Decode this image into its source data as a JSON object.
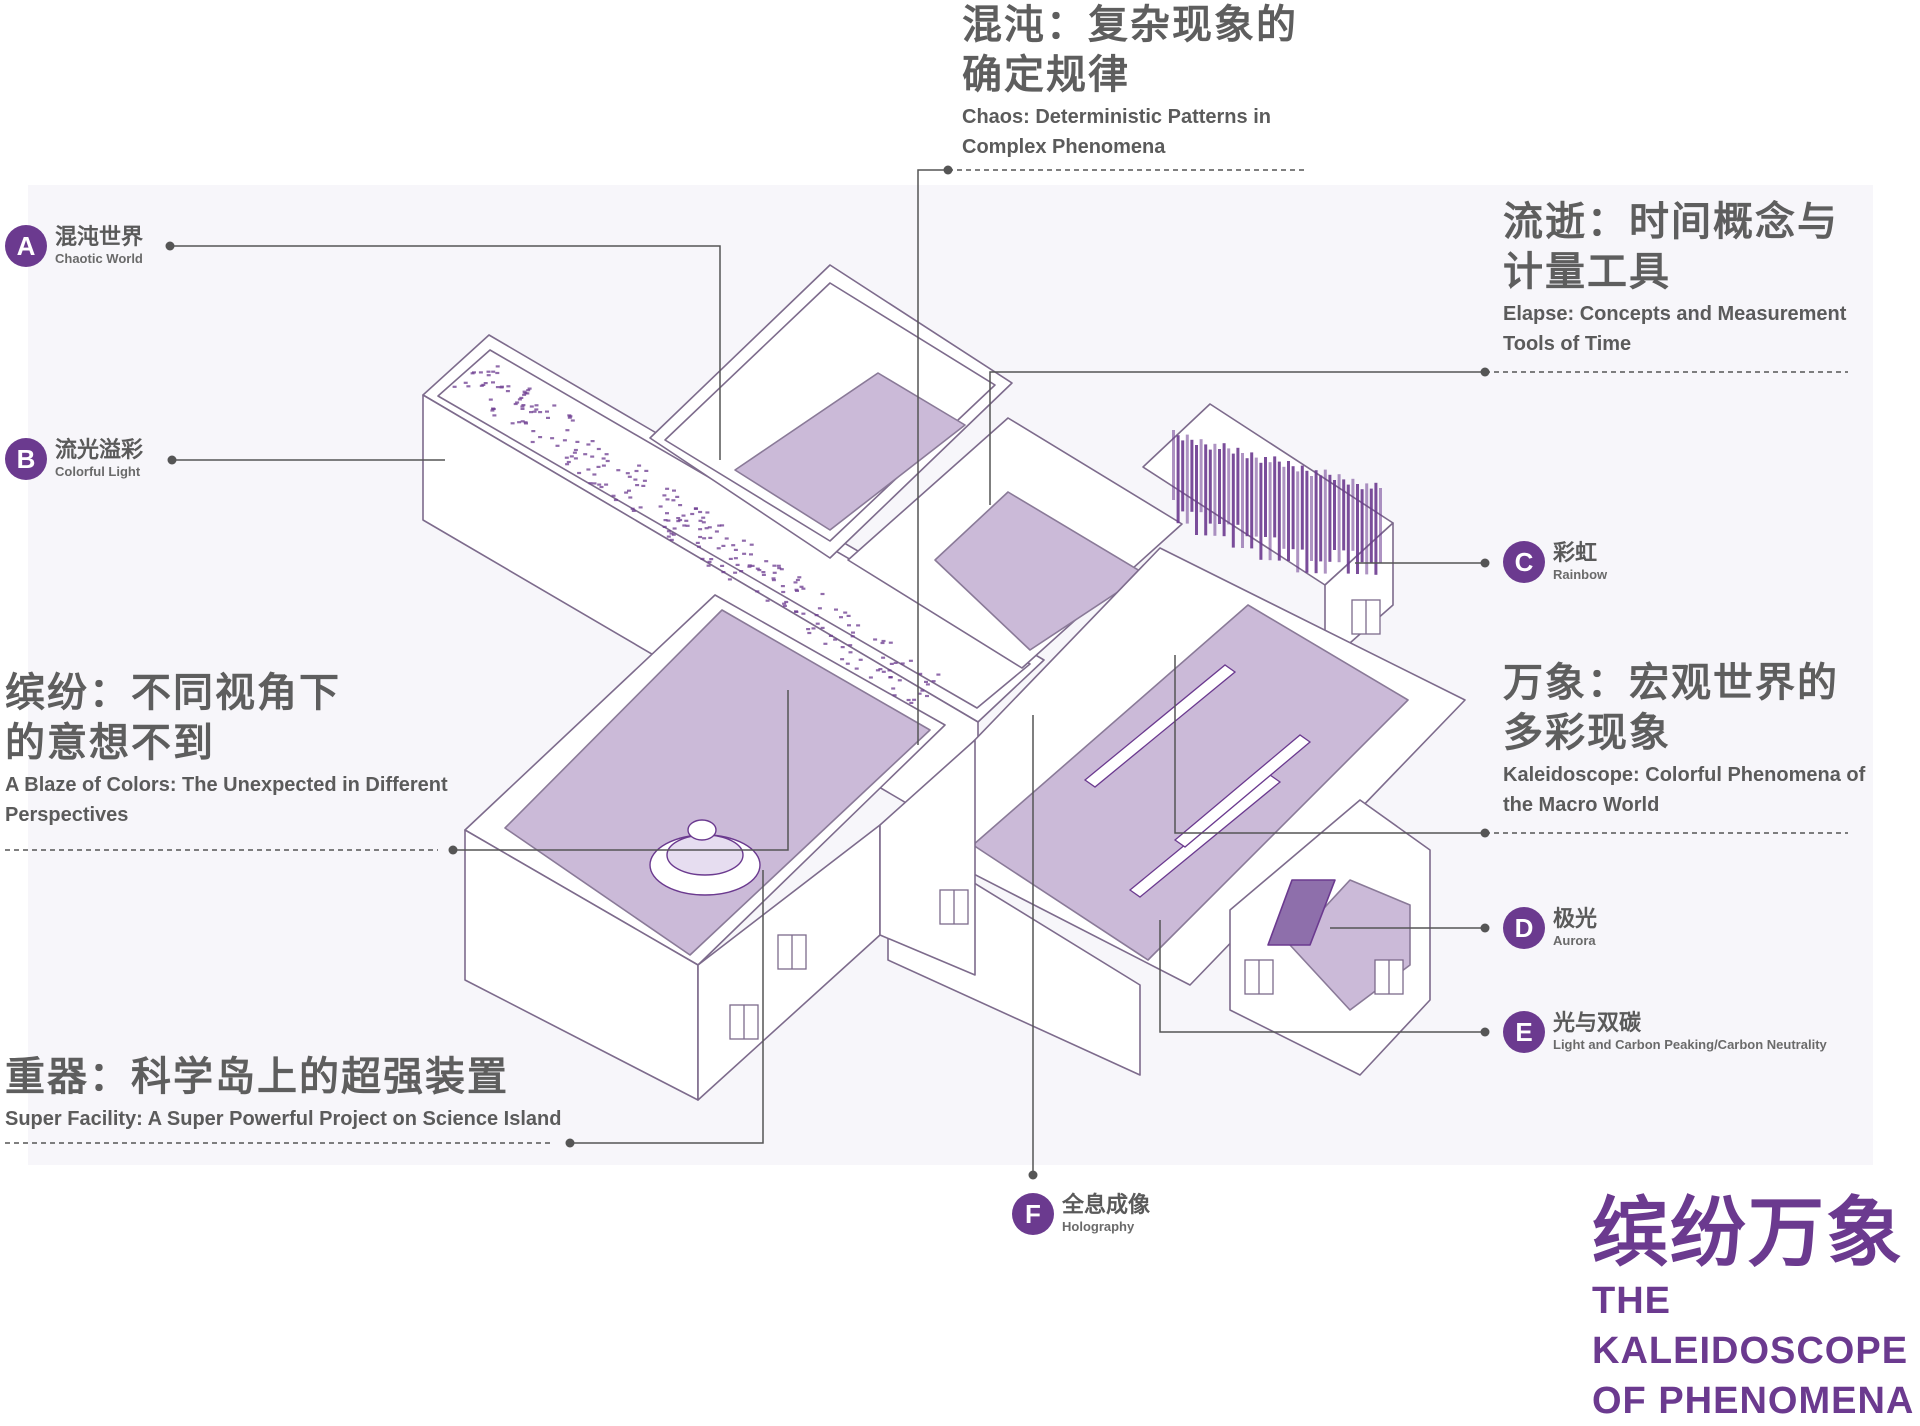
{
  "colors": {
    "accent": "#6b3a8f",
    "room_fill": "#cbbad8",
    "line": "#7d6b8c",
    "text": "#5e5e5e",
    "leader": "#555555",
    "background_panel": "#f7f6fa"
  },
  "zones": {
    "chaos": {
      "zh_line1": "混沌：复杂现象的",
      "zh_line2": "确定规律",
      "en_line1": "Chaos: Deterministic Patterns in",
      "en_line2": "Complex Phenomena"
    },
    "elapse": {
      "zh_line1": "流逝：时间概念与",
      "zh_line2": "计量工具",
      "en_line1": "Elapse: Concepts and Measurement",
      "en_line2": "Tools of Time"
    },
    "blaze": {
      "zh_line1": "缤纷：不同视角下",
      "zh_line2": "的意想不到",
      "en_line1": "A Blaze of Colors: The Unexpected in Different",
      "en_line2": "Perspectives"
    },
    "kaleidoscope": {
      "zh_line1": "万象：宏观世界的",
      "zh_line2": "多彩现象",
      "en_line1": "Kaleidoscope: Colorful Phenomena of",
      "en_line2": "the Macro World"
    },
    "super_facility": {
      "zh_line1": "重器：科学岛上的超强装置",
      "en_line1": "Super Facility: A Super Powerful Project on Science Island"
    }
  },
  "markers": {
    "a": {
      "letter": "A",
      "zh": "混沌世界",
      "en": "Chaotic World"
    },
    "b": {
      "letter": "B",
      "zh": "流光溢彩",
      "en": "Colorful Light"
    },
    "c": {
      "letter": "C",
      "zh": "彩虹",
      "en": "Rainbow"
    },
    "d": {
      "letter": "D",
      "zh": "极光",
      "en": "Aurora"
    },
    "e": {
      "letter": "E",
      "zh": "光与双碳",
      "en": "Light and Carbon Peaking/Carbon Neutrality"
    },
    "f": {
      "letter": "F",
      "zh": "全息成像",
      "en": "Holography"
    }
  },
  "brand": {
    "zh": "缤纷万象",
    "en_line1": "THE KALEIDOSCOPE",
    "en_line2": "OF PHENOMENA"
  }
}
